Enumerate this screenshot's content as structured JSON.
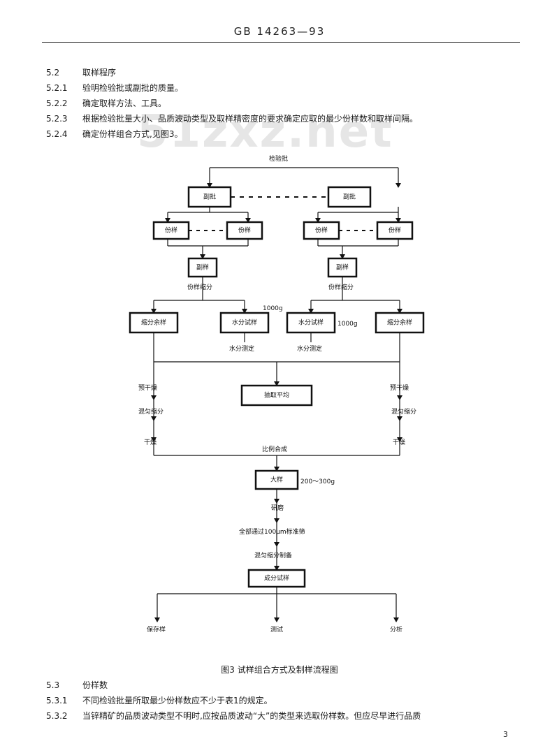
{
  "header": {
    "standard_code": "GB 14263—93"
  },
  "watermark": "51zxz.net",
  "sections_top": [
    {
      "num": "5.2",
      "text": "取样程序"
    },
    {
      "num": "5.2.1",
      "text": "验明检验批或副批的质量。"
    },
    {
      "num": "5.2.2",
      "text": "确定取样方法、工具。"
    },
    {
      "num": "5.2.3",
      "text": "根据检验批量大小、品质波动类型及取样精密度的要求确定应取的最少份样数和取样间隔。"
    },
    {
      "num": "5.2.4",
      "text": "确定份样组合方式,见图3。"
    }
  ],
  "flowchart": {
    "lot": "检验批",
    "sublot_left": "副批",
    "sublot_right": "副批",
    "increment_1": "份样",
    "increment_2": "份样",
    "increment_3": "份样",
    "increment_4": "份样",
    "sublot_sample_left": "副样",
    "sublot_sample_right": "副样",
    "division_left": "份样缩分",
    "division_right": "份样缩分",
    "mass_left": "1000g",
    "mass_right": "1000g",
    "reduced_left": "缩分余样",
    "moisture_left": "水分试样",
    "moisture_right": "水分试样",
    "reduced_right": "缩分余样",
    "moist_det_left": "水分测定",
    "moist_det_right": "水分测定",
    "center_box": "抽取平均",
    "dry_left": "预干燥",
    "dry_right": "预干燥",
    "mix_left": "混匀缩分",
    "mix_right": "混匀缩分",
    "weigh_left": "干燥",
    "weigh_right": "干燥",
    "proportional": "比例合成",
    "bulk_sample": "大样",
    "bulk_mass": "200～300g",
    "crush": "研磨",
    "sieve": "全部通过100μm标准筛",
    "mix_divide": "混匀缩分制备",
    "analysis_sample": "成分试样",
    "reserve": "保存样",
    "assay": "测试",
    "split": "分析"
  },
  "caption": "图3  试样组合方式及制样流程图",
  "sections_bottom": [
    {
      "num": "5.3",
      "text": "份样数"
    },
    {
      "num": "5.3.1",
      "text": "不同检验批量所取最少份样数应不少于表1的规定。"
    },
    {
      "num": "5.3.2",
      "text": "当锌精矿的品质波动类型不明时,应按品质波动“大”的类型来选取份样数。但应尽早进行品质"
    }
  ],
  "page_number": "3"
}
